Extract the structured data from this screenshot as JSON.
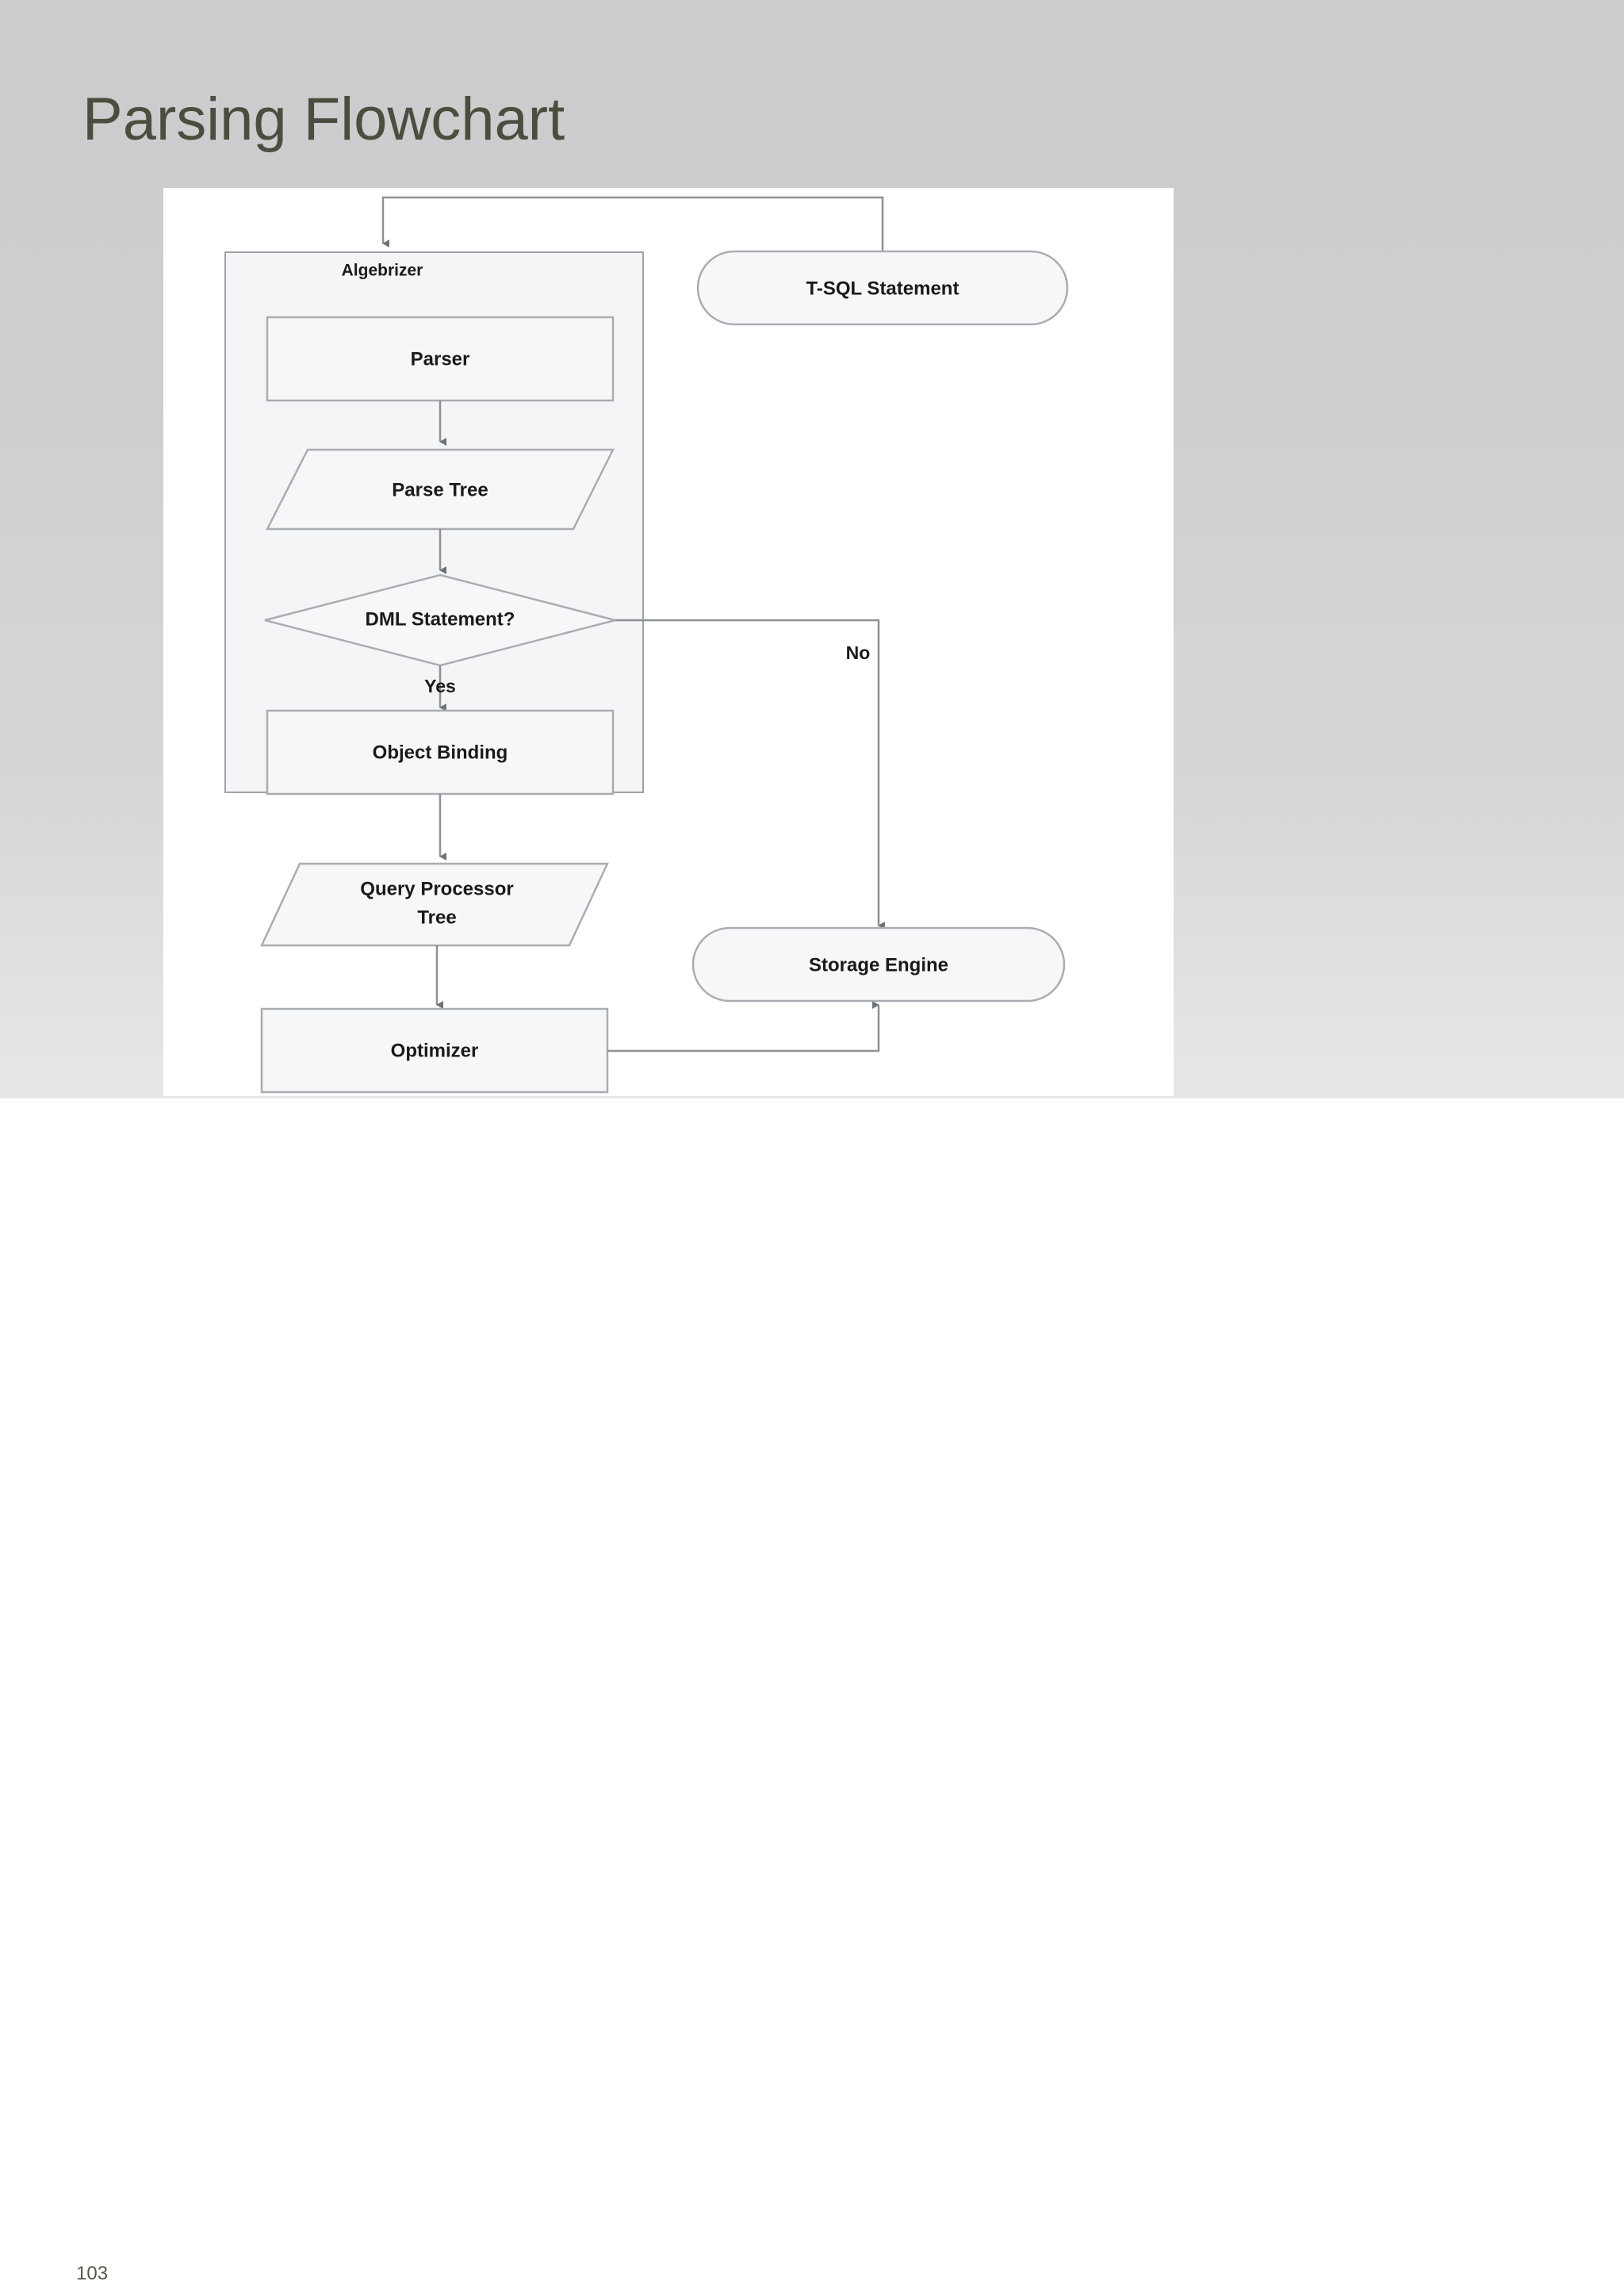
{
  "slide": {
    "title": "Parsing Flowchart",
    "page_number": "103",
    "title_color": "#4b4e3f",
    "background_color": "#cdced0"
  },
  "diagram": {
    "type": "flowchart",
    "container": {
      "label": "Algebrizer",
      "shape": "group-box"
    },
    "nodes": [
      {
        "id": "tsql",
        "label": "T-SQL Statement",
        "shape": "stadium"
      },
      {
        "id": "parser",
        "label": "Parser",
        "shape": "process"
      },
      {
        "id": "parsetree",
        "label": "Parse Tree",
        "shape": "data"
      },
      {
        "id": "dml",
        "label": "DML Statement?",
        "shape": "decision"
      },
      {
        "id": "binding",
        "label": "Object Binding",
        "shape": "process"
      },
      {
        "id": "qptree",
        "label": "Query Processor",
        "label2": "Tree",
        "shape": "data"
      },
      {
        "id": "optimizer",
        "label": "Optimizer",
        "shape": "process"
      },
      {
        "id": "storage",
        "label": "Storage Engine",
        "shape": "stadium"
      }
    ],
    "edges": [
      {
        "from": "tsql",
        "to": "parser",
        "label": ""
      },
      {
        "from": "parser",
        "to": "parsetree",
        "label": ""
      },
      {
        "from": "parsetree",
        "to": "dml",
        "label": ""
      },
      {
        "from": "dml",
        "to": "binding",
        "label": "Yes"
      },
      {
        "from": "dml",
        "to": "storage",
        "label": "No"
      },
      {
        "from": "binding",
        "to": "qptree",
        "label": ""
      },
      {
        "from": "qptree",
        "to": "optimizer",
        "label": ""
      },
      {
        "from": "optimizer",
        "to": "storage",
        "label": ""
      }
    ],
    "edge_labels": {
      "yes": "Yes",
      "no": "No"
    },
    "colors": {
      "node_fill": "#f6f7f8",
      "node_stroke": "#a9adb1",
      "container_fill": "#f4f5f6",
      "container_stroke": "#9fa3a7",
      "line": "#8d9195",
      "text": "#1a1a1a"
    }
  }
}
